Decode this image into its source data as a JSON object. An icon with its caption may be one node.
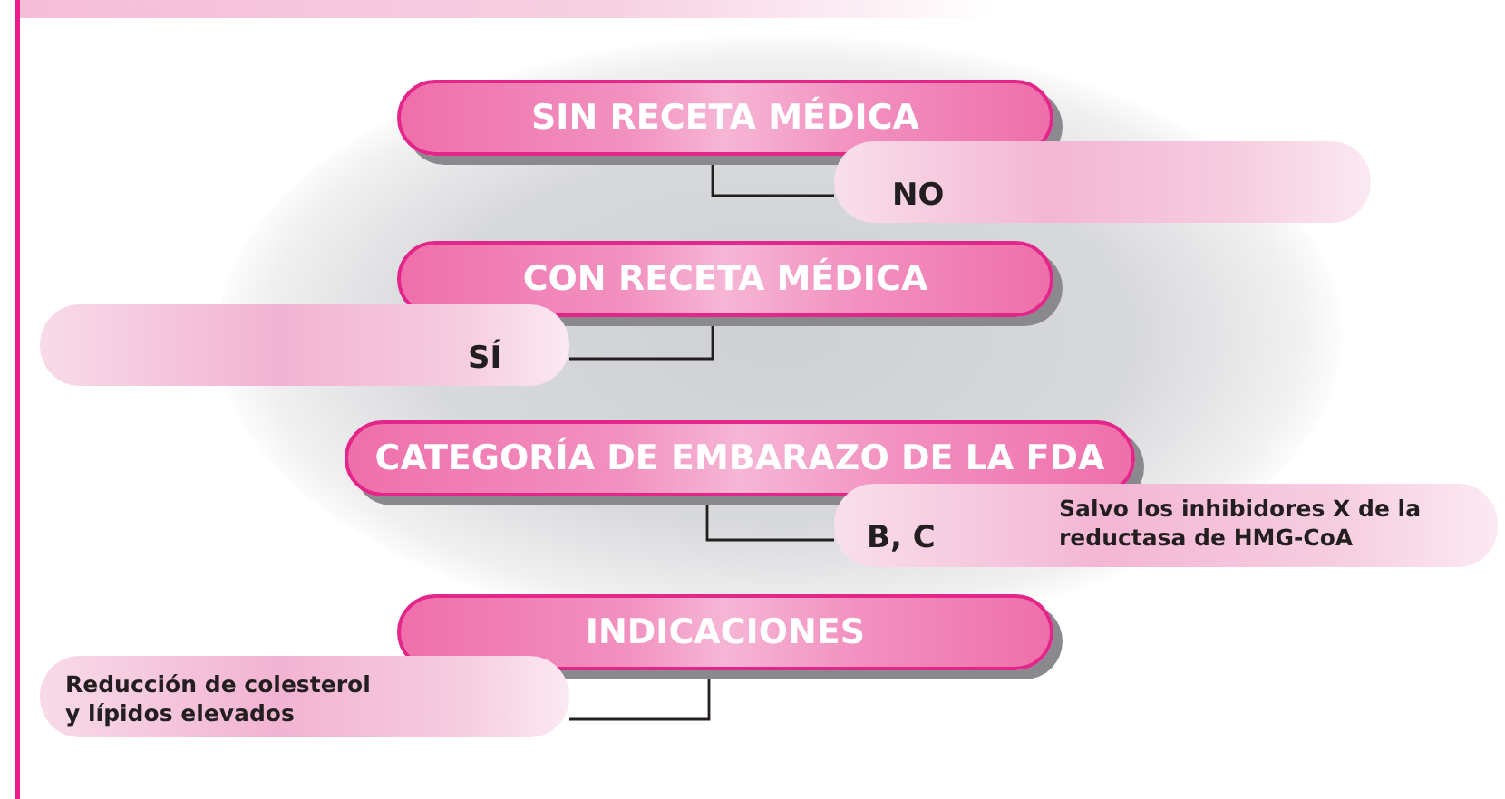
{
  "diagram": {
    "nodes": [
      {
        "text": [
          "SIN RECETA MÉDICA"
        ]
      },
      {
        "text": [
          "NO"
        ]
      },
      {
        "text": [
          "CON RECETA MÉDICA"
        ]
      },
      {
        "text": [
          "SÍ"
        ]
      },
      {
        "text": [
          "CATEGORÍA DE EMBARAZO DE LA FDA"
        ]
      },
      {
        "text": [
          "B, C",
          "Salvo los inhibidores X de la reductasa de HMG-CoA"
        ]
      },
      {
        "text": [
          "INDICACIONES"
        ]
      },
      {
        "text": [
          "Reducción de colesterol y lípidos elevados"
        ]
      }
    ],
    "edges": [
      {
        "from": 0,
        "to": 1,
        "arrow": "none"
      },
      {
        "from": 2,
        "to": 3,
        "arrow": "none"
      },
      {
        "from": 4,
        "to": 5,
        "arrow": "none"
      },
      {
        "from": 6,
        "to": 7,
        "arrow": "none"
      }
    ]
  }
}
